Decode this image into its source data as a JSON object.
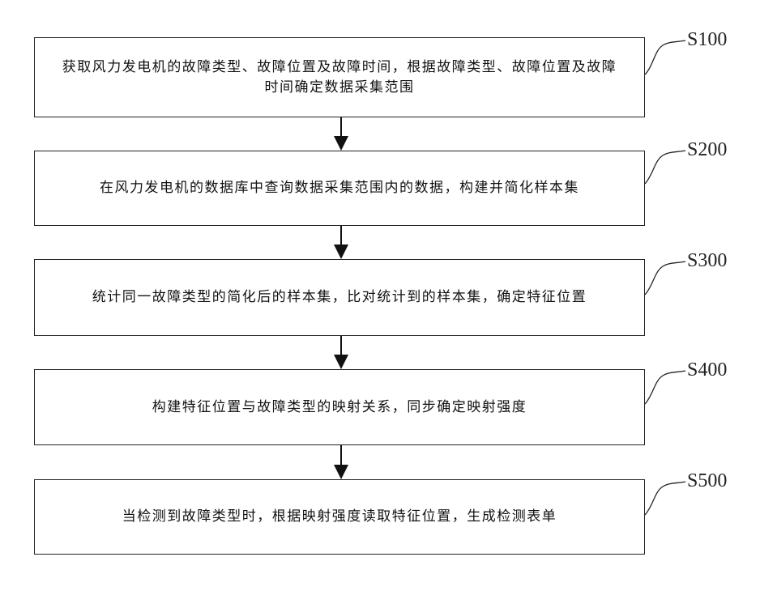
{
  "steps": [
    {
      "label": "S100",
      "text": "获取风力发电机的故障类型、故障位置及故障时间，根据故障类型、故障位置及故障时间确定数据采集范围"
    },
    {
      "label": "S200",
      "text": "在风力发电机的数据库中查询数据采集范围内的数据，构建并简化样本集"
    },
    {
      "label": "S300",
      "text": "统计同一故障类型的简化后的样本集，比对统计到的样本集，确定特征位置"
    },
    {
      "label": "S400",
      "text": "构建特征位置与故障类型的映射关系，同步确定映射强度"
    },
    {
      "label": "S500",
      "text": "当检测到故障类型时，根据映射强度读取特征位置，生成检测表单"
    }
  ]
}
